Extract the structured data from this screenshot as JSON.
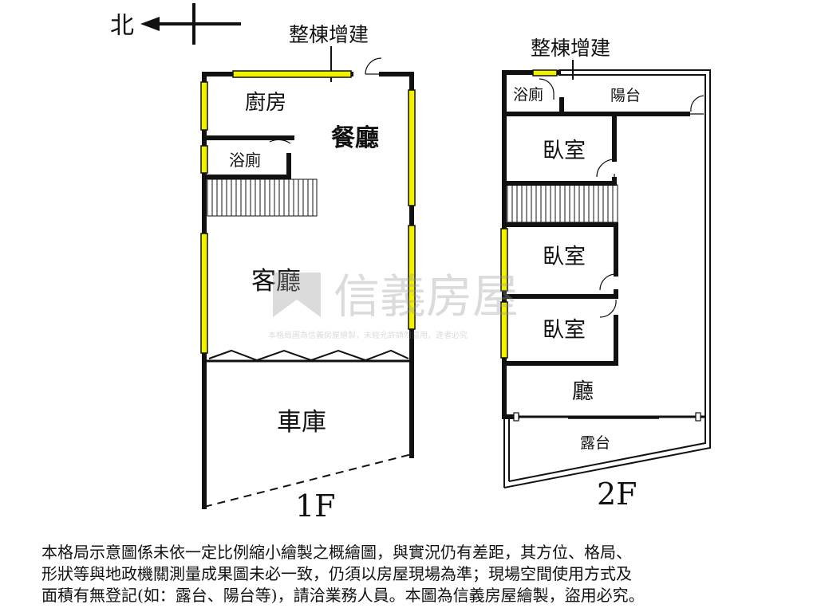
{
  "compass": {
    "north_label": "北"
  },
  "floor1": {
    "caption": "1F",
    "extension_note": "整棟增建",
    "rooms": {
      "kitchen": "廚房",
      "dining": "餐廳",
      "bathroom": "浴廁",
      "living": "客廳",
      "garage": "車庫"
    }
  },
  "floor2": {
    "caption": "2F",
    "extension_note": "整棟增建",
    "rooms": {
      "bathroom": "浴廁",
      "balcony": "陽台",
      "bedroom1": "臥室",
      "bedroom2": "臥室",
      "bedroom3": "臥室",
      "hall": "廳",
      "terrace": "露台"
    }
  },
  "watermark": {
    "brand": "信義房屋",
    "fine_print": "本格局圖為信義房屋繪製，未經允許請勿盜用，違者必究"
  },
  "disclaimer": {
    "lines": [
      "本格局示意圖係未依一定比例縮小繪製之概繪圖，與實況仍有差距，其方位、格局、",
      "形狀等與地政機關測量成果圖未必一致，仍須以房屋現場為準；現場空間使用方式及",
      "面積有無登記(如：露台、陽台等)，請洽業務人員。本圖為信義房屋繪製，盜用必究。"
    ]
  }
}
